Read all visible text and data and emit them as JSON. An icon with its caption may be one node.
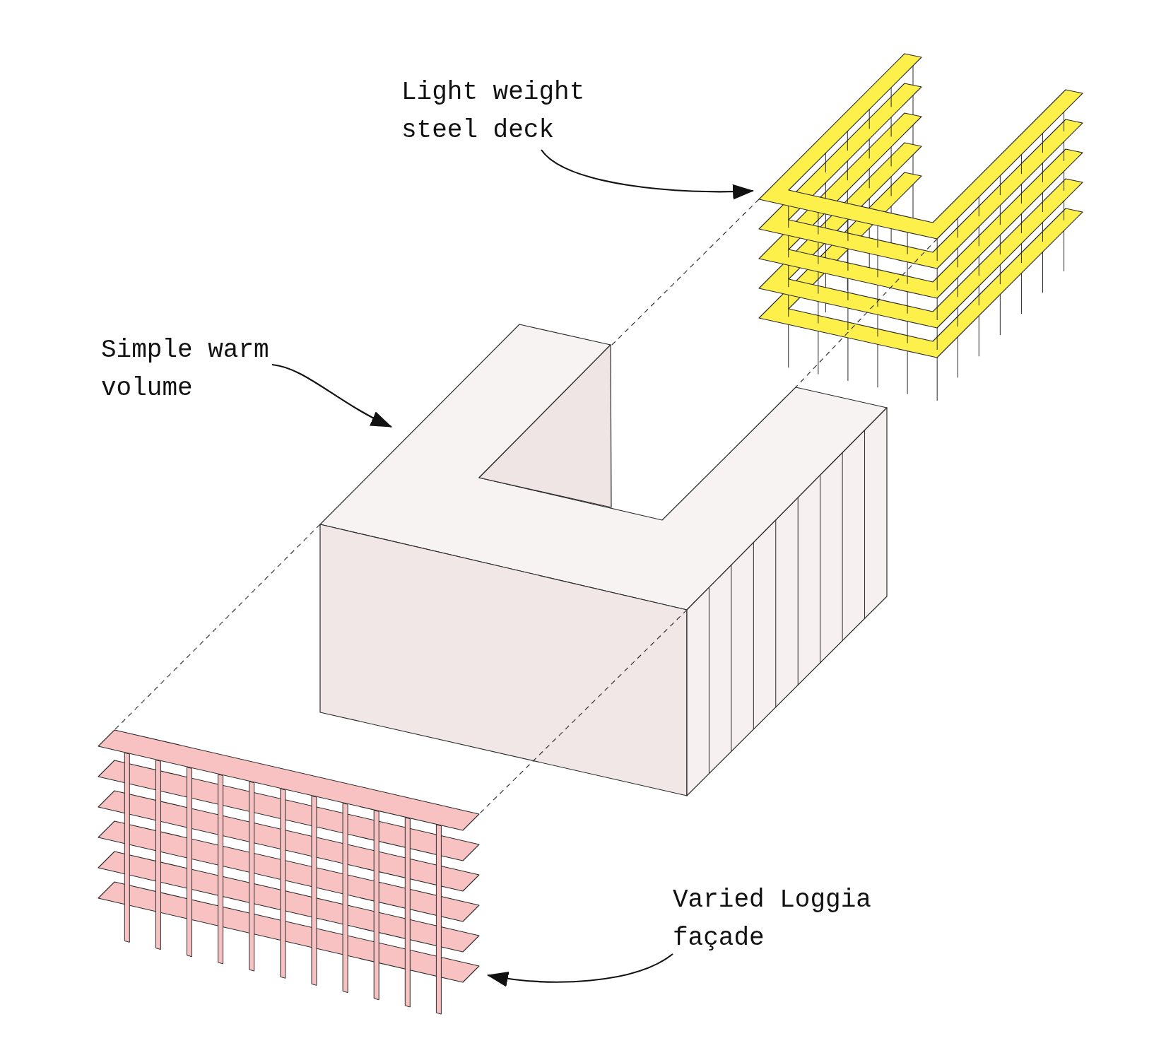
{
  "diagram": {
    "nodes": [
      {
        "text": [
          "Light weight steel deck"
        ]
      },
      {
        "text": [],
        "shape": "picture"
      },
      {
        "text": [
          "Simple warm volume"
        ]
      },
      {
        "text": [],
        "shape": "picture"
      },
      {
        "text": [],
        "shape": "picture"
      },
      {
        "text": [
          "Varied Loggia façade"
        ]
      }
    ],
    "edges": [
      {
        "from": 0,
        "to": 1,
        "arrow": "to"
      },
      {
        "from": 2,
        "to": 3,
        "arrow": "to"
      },
      {
        "from": 1,
        "to": 3,
        "arrow": "none",
        "style": "dashed"
      },
      {
        "from": 1,
        "to": 3,
        "arrow": "none",
        "style": "dashed"
      },
      {
        "from": 3,
        "to": 4,
        "arrow": "none",
        "style": "dashed"
      },
      {
        "from": 3,
        "to": 4,
        "arrow": "none",
        "style": "dashed"
      },
      {
        "from": 5,
        "to": 4,
        "arrow": "to"
      }
    ]
  }
}
